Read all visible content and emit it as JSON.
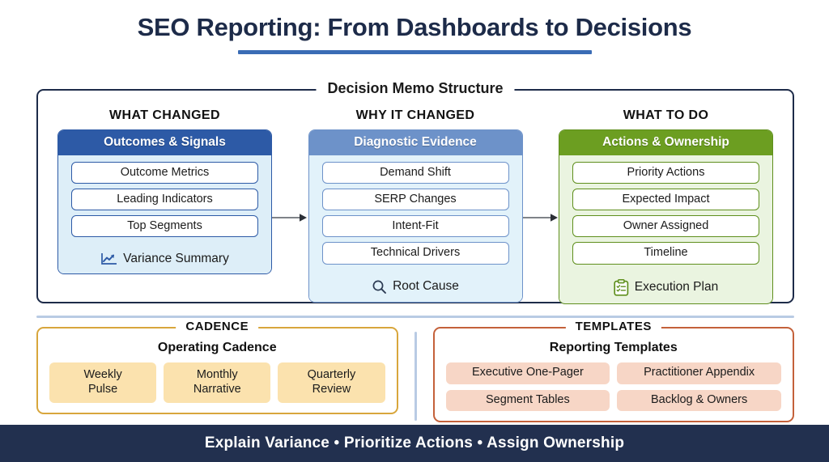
{
  "header": {
    "title": "SEO Reporting: From Dashboards to Decisions",
    "accent_color": "#3a6cb5"
  },
  "memo": {
    "legend": "Decision Memo Structure",
    "columns": [
      {
        "kicker": "WHAT CHANGED",
        "card_title": "Outcomes & Signals",
        "theme_color": "#2d5aa6",
        "items": [
          "Outcome Metrics",
          "Leading Indicators",
          "Top Segments"
        ],
        "footer_label": "Variance Summary",
        "footer_icon": "line-chart-icon"
      },
      {
        "kicker": "WHY IT CHANGED",
        "card_title": "Diagnostic Evidence",
        "theme_color": "#6d92c9",
        "items": [
          "Demand Shift",
          "SERP Changes",
          "Intent-Fit",
          "Technical Drivers"
        ],
        "footer_label": "Root Cause",
        "footer_icon": "magnifier-icon"
      },
      {
        "kicker": "WHAT TO DO",
        "card_title": "Actions & Ownership",
        "theme_color": "#6c9e21",
        "items": [
          "Priority Actions",
          "Expected Impact",
          "Owner Assigned",
          "Timeline"
        ],
        "footer_label": "Execution Plan",
        "footer_icon": "clipboard-checklist-icon"
      }
    ]
  },
  "cadence": {
    "legend": "CADENCE",
    "subtitle": "Operating Cadence",
    "border_color": "#d8a63c",
    "chip_color": "#fbe2ae",
    "chips": [
      "Weekly\nPulse",
      "Monthly\nNarrative",
      "Quarterly\nReview"
    ]
  },
  "templates": {
    "legend": "TEMPLATES",
    "subtitle": "Reporting Templates",
    "border_color": "#c4613a",
    "chip_color": "#f7d6c6",
    "chips": [
      "Executive One-Pager",
      "Practitioner Appendix",
      "Segment Tables",
      "Backlog & Owners"
    ]
  },
  "footer": {
    "text": "Explain Variance • Prioritize Actions • Assign Ownership",
    "background": "#22304f"
  }
}
